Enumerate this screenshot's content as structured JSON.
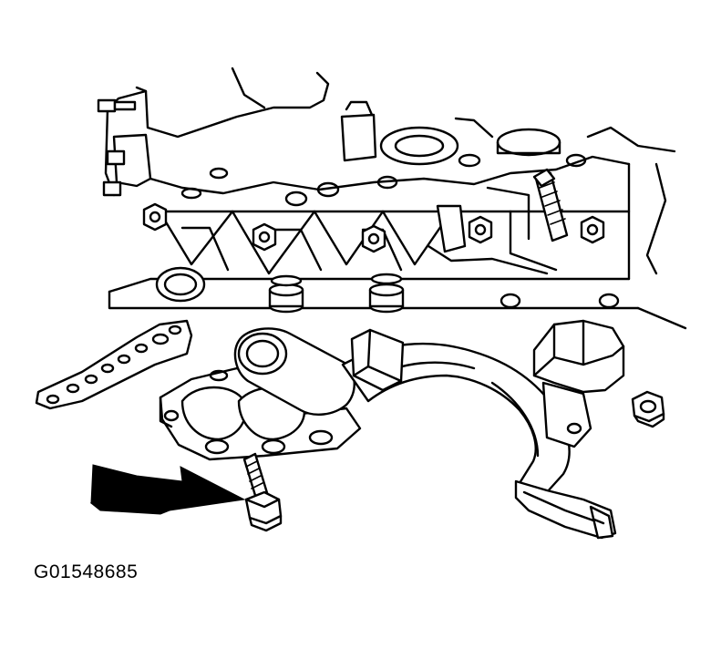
{
  "figure": {
    "id_label": "G01548685",
    "colors": {
      "ink": "#000000",
      "paper": "#ffffff"
    },
    "parts": [
      "cylinder-head",
      "exhaust-manifold",
      "manifold-gasket",
      "manifold-bolt",
      "manifold-nut",
      "heat-shield-bracket",
      "arrows"
    ]
  }
}
